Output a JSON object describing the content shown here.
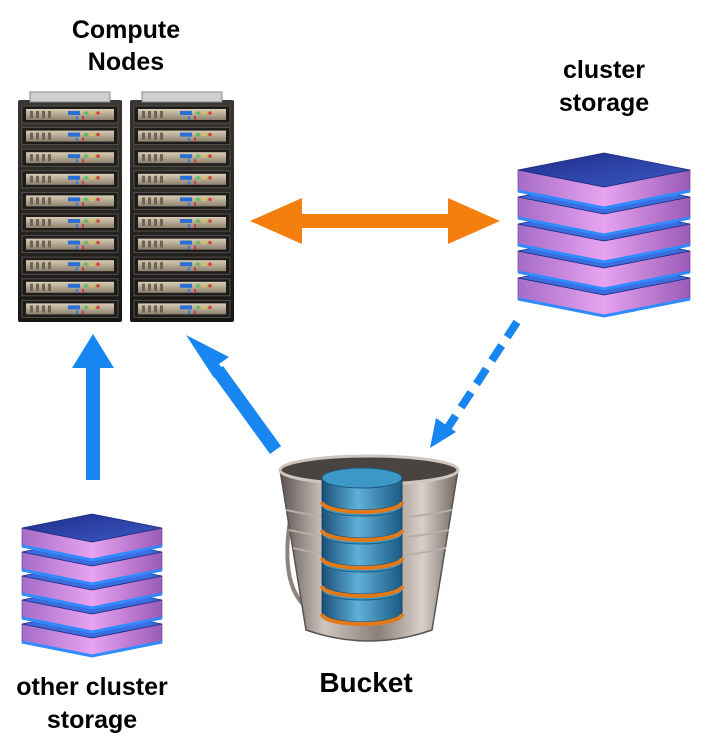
{
  "labels": {
    "compute_nodes": [
      "Compute",
      "Nodes"
    ],
    "cluster_storage": [
      "cluster",
      "storage"
    ],
    "other_cluster_storage": [
      "other cluster",
      "storage"
    ],
    "bucket": "Bucket"
  },
  "icons": {
    "compute": "server-rack-icon",
    "cluster_storage": "storage-stack-icon",
    "other_storage": "storage-stack-icon",
    "bucket": "bucket-database-icon"
  },
  "colors": {
    "bidirectional_arrow": "#f57f0e",
    "flow_arrow": "#1786f0",
    "disk_top": "#2a40a6",
    "disk_side": "#d27fe0",
    "disk_rim": "#2f8bff"
  }
}
